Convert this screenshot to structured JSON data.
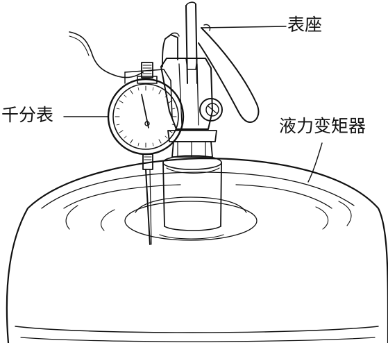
{
  "labels": {
    "dial_indicator_stand": "表座",
    "dial_indicator": "千分表",
    "torque_converter": "液力变矩器"
  },
  "colors": {
    "ink": "#111111",
    "paper": "#ffffff"
  },
  "icons": {
    "dial_indicator": "dial-gauge-icon",
    "stand": "magnetic-stand-icon",
    "torque_converter": "torque-converter-icon"
  }
}
